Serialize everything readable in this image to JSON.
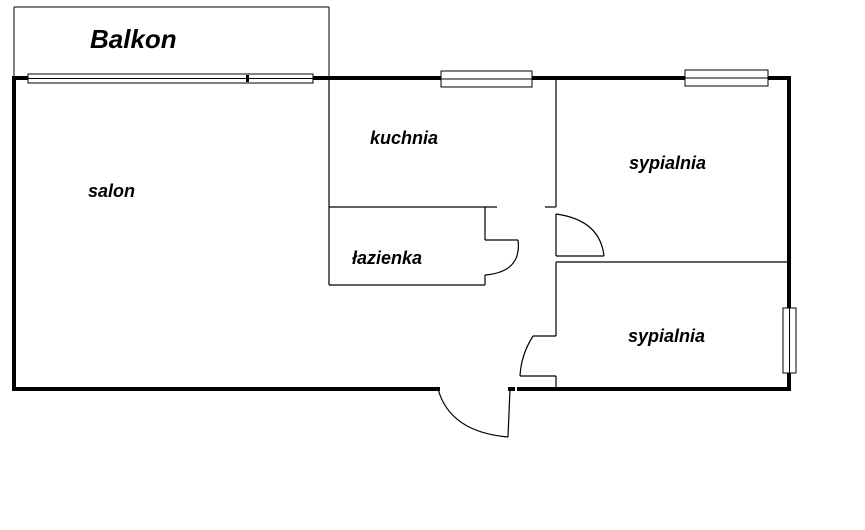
{
  "plan": {
    "balcony": {
      "label": "Balkon"
    },
    "rooms": [
      {
        "id": "salon",
        "label": "salon"
      },
      {
        "id": "kuchnia",
        "label": "kuchnia"
      },
      {
        "id": "lazienka",
        "label": "łazienka"
      },
      {
        "id": "sypialnia-1",
        "label": "sypialnia"
      },
      {
        "id": "sypialnia-2",
        "label": "sypialnia"
      }
    ]
  }
}
